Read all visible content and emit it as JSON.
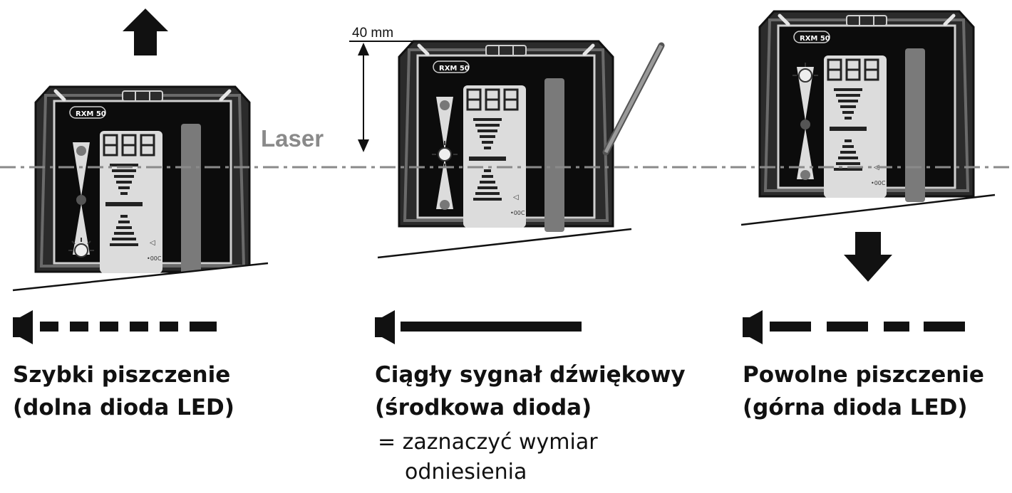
{
  "laser_label": "Laser",
  "dimension_label": "40 mm",
  "device_model": "RXM 50",
  "display_digits": "8.8.8",
  "colors": {
    "ink": "#111111",
    "laser_line": "#8a8a8a",
    "device_body": "#2e2e2e",
    "screen": "#dcdcdc",
    "rod": "#7a7a7a"
  },
  "panels": [
    {
      "position": "left",
      "move_arrow": "up",
      "active_led": "bottom",
      "sound_pattern": "short-dashes",
      "caption_line1": "Szybki piszczenie",
      "caption_line2": "(dolna dioda LED)"
    },
    {
      "position": "center",
      "move_arrow": "none",
      "active_led": "middle",
      "sound_pattern": "continuous",
      "caption_line1": "Ciągły sygnał dźwiękowy",
      "caption_line2": "(środkowa dioda)",
      "note_line1": "= zaznaczyć wymiar",
      "note_line2": "odniesienia"
    },
    {
      "position": "right",
      "move_arrow": "down",
      "active_led": "top",
      "sound_pattern": "long-dashes",
      "caption_line1": "Powolne piszczenie",
      "caption_line2": "(górna dioda LED)"
    }
  ]
}
